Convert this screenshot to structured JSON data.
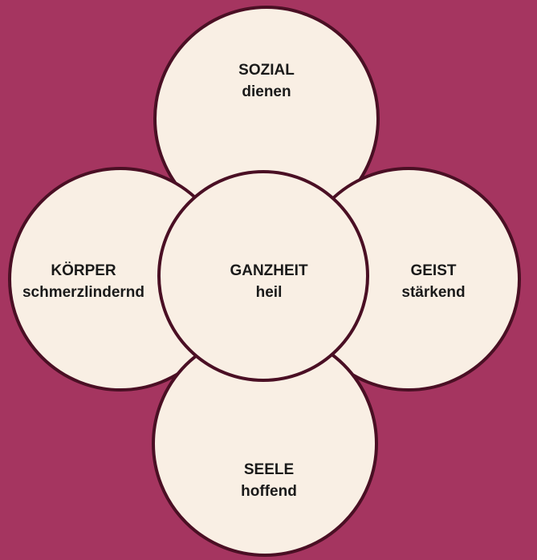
{
  "colors": {
    "background": "#a53560",
    "circle_fill": "#f9efe4",
    "circle_stroke": "#4a0f24",
    "text": "#1a1a1a"
  },
  "nodes": [
    {
      "id": "sozial",
      "title": "SOZIAL",
      "subtitle": "dienen"
    },
    {
      "id": "koerper",
      "title": "KÖRPER",
      "subtitle": "schmerzlindernd"
    },
    {
      "id": "geist",
      "title": "GEIST",
      "subtitle": "stärkend"
    },
    {
      "id": "seele",
      "title": "SEELE",
      "subtitle": "hoffend"
    },
    {
      "id": "ganzheit",
      "title": "GANZHEIT",
      "subtitle": "heil"
    }
  ]
}
